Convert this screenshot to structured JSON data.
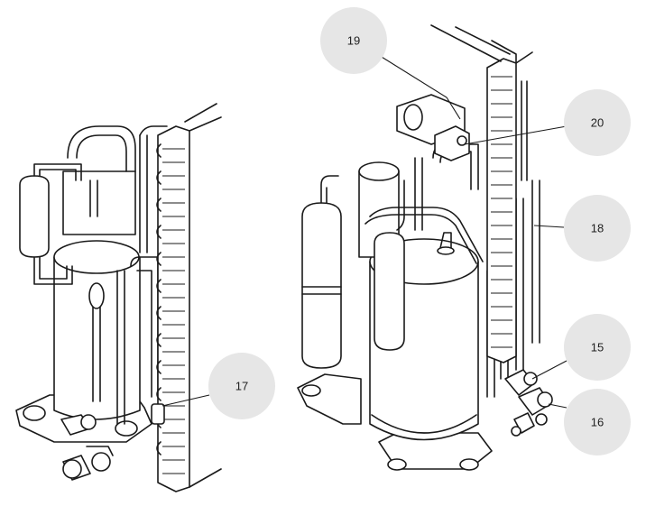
{
  "callouts": [
    {
      "id": "c17",
      "label": "17"
    },
    {
      "id": "c19",
      "label": "19"
    },
    {
      "id": "c20",
      "label": "20"
    },
    {
      "id": "c18",
      "label": "18"
    },
    {
      "id": "c15",
      "label": "15"
    },
    {
      "id": "c16",
      "label": "16"
    }
  ],
  "colors": {
    "callout_fill": "#e6e6e6",
    "ink": "#1a1a1a"
  }
}
